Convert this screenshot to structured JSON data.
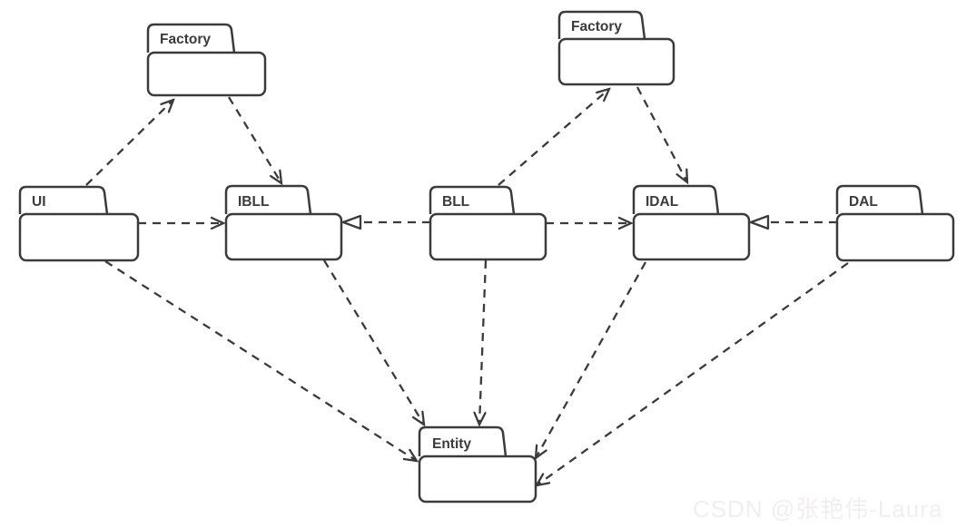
{
  "diagram": {
    "type": "uml-package-diagram",
    "background": "#ffffff",
    "stroke_color": "#3b3b3b",
    "packages": [
      {
        "id": "factory-left",
        "label": "Factory"
      },
      {
        "id": "factory-right",
        "label": "Factory"
      },
      {
        "id": "ui",
        "label": "UI"
      },
      {
        "id": "ibll",
        "label": "IBLL"
      },
      {
        "id": "bll",
        "label": "BLL"
      },
      {
        "id": "idal",
        "label": "IDAL"
      },
      {
        "id": "dal",
        "label": "DAL"
      },
      {
        "id": "entity",
        "label": "Entity"
      }
    ],
    "edges": [
      {
        "from": "UI",
        "to": "Factory (left)",
        "line": "dashed",
        "head": "open-arrow"
      },
      {
        "from": "Factory (left)",
        "to": "IBLL",
        "line": "dashed",
        "head": "open-arrow"
      },
      {
        "from": "UI",
        "to": "IBLL",
        "line": "dashed",
        "head": "open-arrow"
      },
      {
        "from": "BLL",
        "to": "IBLL",
        "line": "dashed",
        "head": "hollow-triangle"
      },
      {
        "from": "BLL",
        "to": "Factory (right)",
        "line": "dashed",
        "head": "open-arrow"
      },
      {
        "from": "Factory (right)",
        "to": "IDAL",
        "line": "dashed",
        "head": "open-arrow"
      },
      {
        "from": "BLL",
        "to": "IDAL",
        "line": "dashed",
        "head": "open-arrow"
      },
      {
        "from": "DAL",
        "to": "IDAL",
        "line": "dashed",
        "head": "hollow-triangle"
      },
      {
        "from": "UI",
        "to": "Entity",
        "line": "dashed",
        "head": "open-arrow"
      },
      {
        "from": "IBLL",
        "to": "Entity",
        "line": "dashed",
        "head": "open-arrow"
      },
      {
        "from": "BLL",
        "to": "Entity",
        "line": "dashed",
        "head": "open-arrow"
      },
      {
        "from": "IDAL",
        "to": "Entity",
        "line": "dashed",
        "head": "open-arrow"
      },
      {
        "from": "DAL",
        "to": "Entity",
        "line": "dashed",
        "head": "open-arrow"
      }
    ]
  },
  "watermark": {
    "text": "CSDN @张艳伟-Laura",
    "color": "#f0efed"
  }
}
